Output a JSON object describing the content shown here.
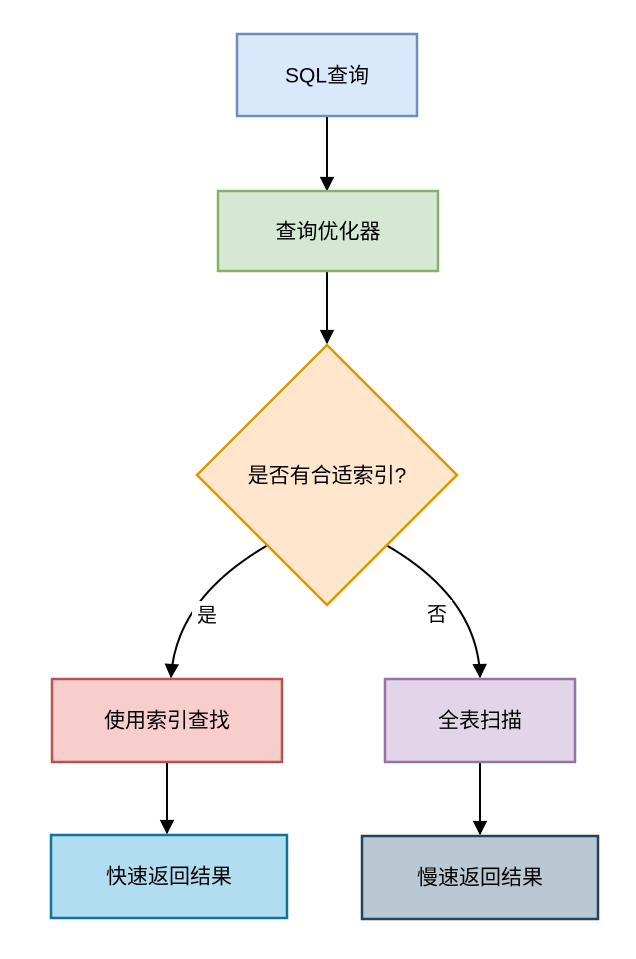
{
  "diagram": {
    "background": "#ffffff",
    "edge_color": "#000000",
    "text_color": "#000000",
    "label_bg": "#ffffff",
    "nodes": {
      "sql_query": {
        "label": "SQL查询",
        "fill": "#dae8fc",
        "stroke": "#6c8ebf"
      },
      "optimizer": {
        "label": "查询优化器",
        "fill": "#d5e8d4",
        "stroke": "#82b366"
      },
      "decision": {
        "label": "是否有合适索引?",
        "fill": "#ffe6cc",
        "stroke": "#d79b00"
      },
      "index_lookup": {
        "label": "使用索引查找",
        "fill": "#f8cecc",
        "stroke": "#b85450"
      },
      "full_scan": {
        "label": "全表扫描",
        "fill": "#e1d5e7",
        "stroke": "#9673a6"
      },
      "fast_result": {
        "label": "快速返回结果",
        "fill": "#b1ddf0",
        "stroke": "#10739e"
      },
      "slow_result": {
        "label": "慢速返回结果",
        "fill": "#bac8d3",
        "stroke": "#23445d"
      }
    },
    "edge_labels": {
      "yes": "是",
      "no": "否"
    }
  }
}
